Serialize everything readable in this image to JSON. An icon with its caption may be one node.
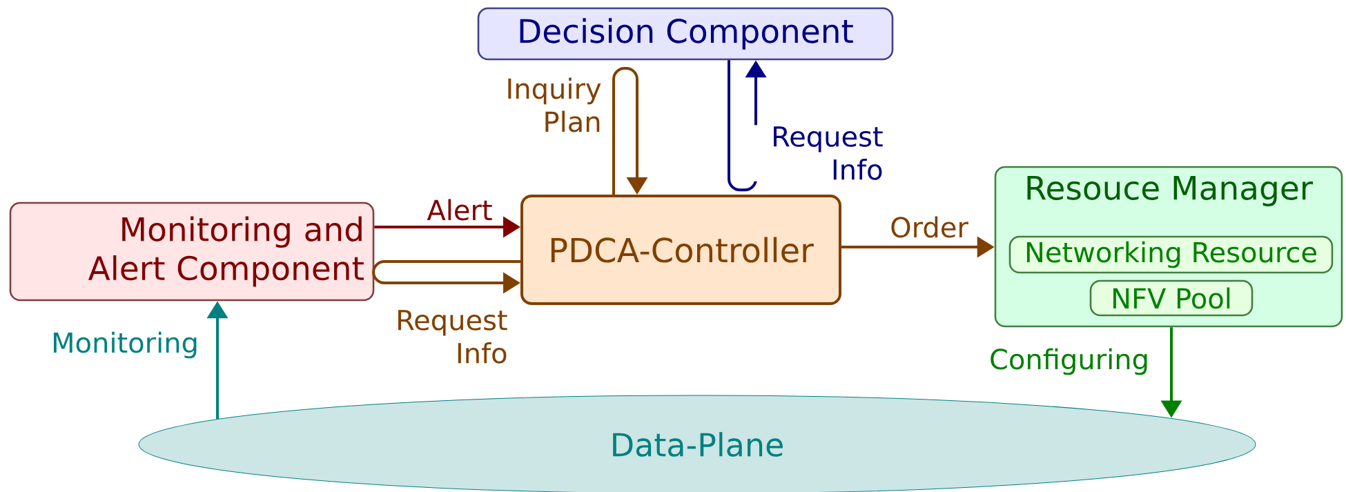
{
  "diagram": {
    "nodes": [
      {
        "text": [
          "Decision Component"
        ]
      },
      {
        "text": [
          "Monitoring and Alert Component"
        ]
      },
      {
        "text": [
          "PDCA-Controller"
        ]
      },
      {
        "text": [
          "Resouce Manager"
        ]
      },
      {
        "text": [
          "Networking Resource"
        ],
        "in": 3
      },
      {
        "text": [
          "NFV Pool"
        ],
        "in": 3
      },
      {
        "text": [
          "Data-Plane"
        ]
      }
    ],
    "edges": [
      {
        "from": 1,
        "to": 2,
        "arrow": "to",
        "label": "Alert",
        "color": "#800000"
      },
      {
        "from": 2,
        "to": 2,
        "arrow": "to",
        "label": "Request Info"
      },
      {
        "from": 2,
        "to": 2,
        "arrow": "to",
        "label": "Inquiry Plan"
      },
      {
        "from": 0,
        "to": 0,
        "arrow": "to",
        "label": "Request Info",
        "color": "#000080"
      },
      {
        "from": 2,
        "to": 3,
        "arrow": "to",
        "label": "Order"
      },
      {
        "from": 3,
        "to": 6,
        "arrow": "to",
        "label": "Configuring",
        "color": "#008000"
      },
      {
        "from": 6,
        "to": 1,
        "arrow": "to",
        "label": "Monitoring",
        "color": "#008080"
      }
    ]
  }
}
